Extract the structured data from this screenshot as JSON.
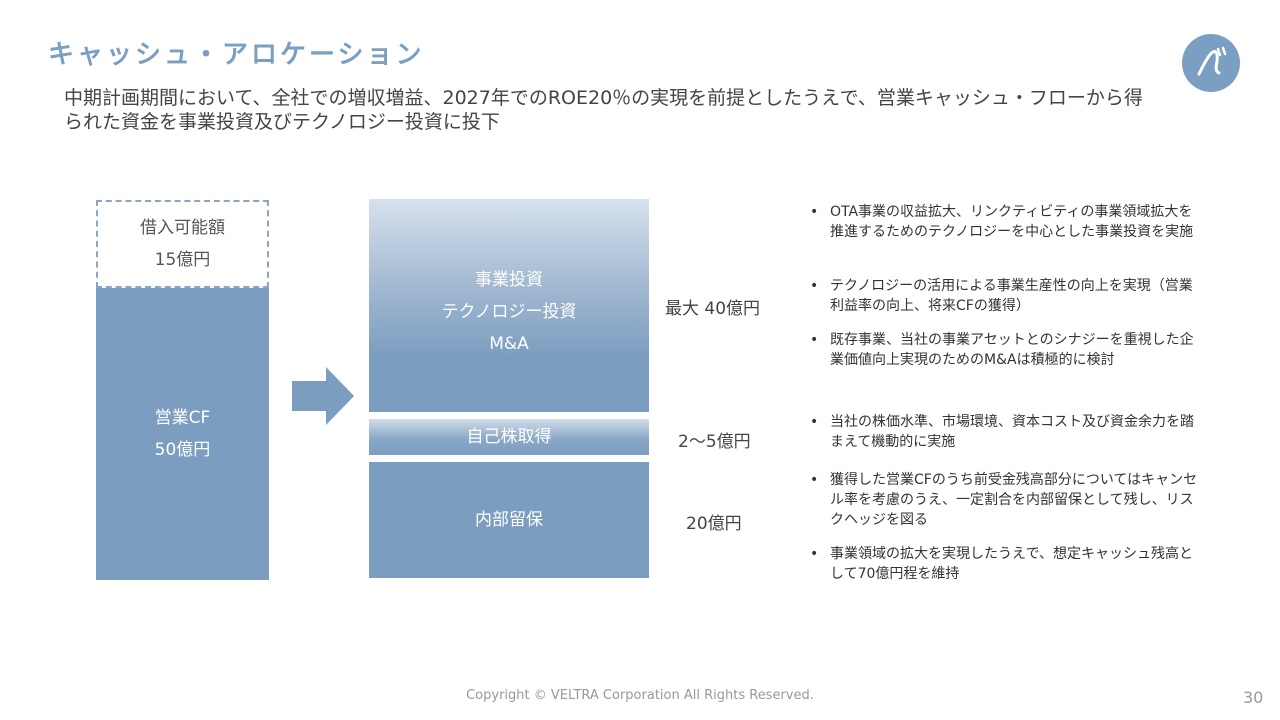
{
  "header": {
    "title": "キャッシュ・アロケーション",
    "subtitle": "中期計画期間において、全社での増収増益、2027年でのROE20％の実現を前提としたうえで、営業キャッシュ・フローから得られた資金を事業投資及びテクノロジー投資に投下"
  },
  "sources": {
    "borrow": {
      "label": "借入可能額",
      "amount": "15億円"
    },
    "operating_cf": {
      "label": "営業CF",
      "amount": "50億円"
    }
  },
  "uses": {
    "investment": {
      "line1": "事業投資",
      "line2": "テクノロジー投資",
      "line3": "M&A",
      "amount": "最大 40億円"
    },
    "buyback": {
      "label": "自己株取得",
      "amount": "2〜5億円"
    },
    "retention": {
      "label": "内部留保",
      "amount": "20億円"
    }
  },
  "bullets": [
    "OTA事業の収益拡大、リンクティビティの事業領域拡大を推進するためのテクノロジーを中心とした事業投資を実施",
    "テクノロジーの活用による事業生産性の向上を実現（営業利益率の向上、将来CFの獲得）",
    "既存事業、当社の事業アセットとのシナジーを重視した企業価値向上実現のためのM&Aは積極的に検討",
    "当社の株価水準、市場環境、資本コスト及び資金余力を踏まえて機動的に実施",
    "獲得した営業CFのうち前受金残高部分についてはキャンセル率を考慮のうえ、一定割合を内部留保として残し、リスクヘッジを図る",
    "事業領域の拡大を実現したうえで、想定キャッシュ残高として70億円程を維持"
  ],
  "bullet_marker": "•",
  "footer": {
    "copyright": "Copyright © VELTRA Corporation All Rights Reserved.",
    "page": "30"
  },
  "icons": {
    "logo": "veltra-logo-icon",
    "arrow": "right-arrow-icon"
  },
  "colors": {
    "accent": "#7a9fc2",
    "box": "#7b9dbf"
  }
}
